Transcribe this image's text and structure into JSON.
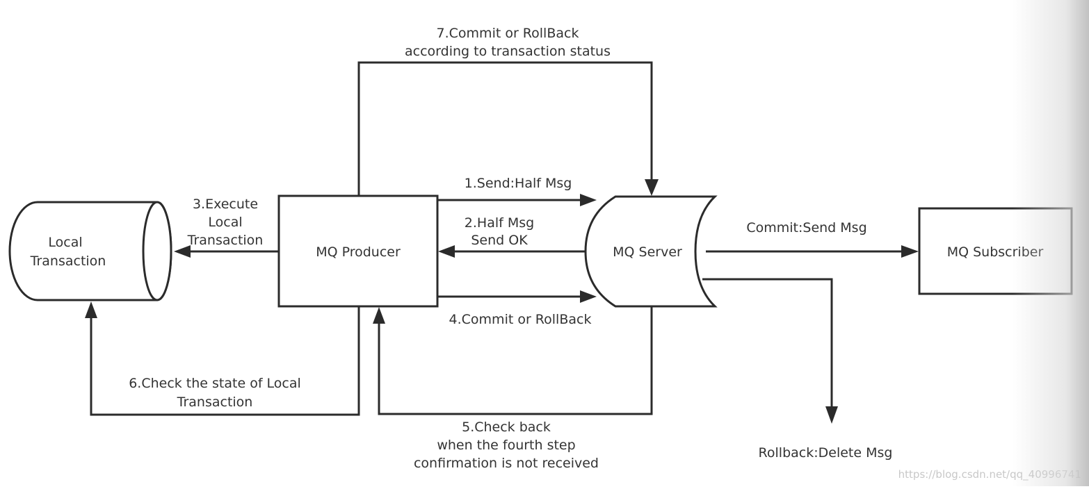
{
  "diagram": {
    "title": "RocketMQ transactional message flow",
    "nodes": {
      "local_transaction": {
        "line1": "Local",
        "line2": "Transaction"
      },
      "producer": {
        "label": "MQ Producer"
      },
      "server": {
        "label": "MQ Server"
      },
      "subscriber": {
        "label": "MQ Subscriber"
      }
    },
    "edges": {
      "step1": {
        "label": "1.Send:Half Msg"
      },
      "step2": {
        "line1": "2.Half Msg",
        "line2": "Send OK"
      },
      "step3": {
        "line1": "3.Execute",
        "line2": "Local",
        "line3": "Transaction"
      },
      "step4": {
        "label": "4.Commit or RollBack"
      },
      "step5": {
        "line1": "5.Check back",
        "line2": "when the fourth step",
        "line3": "confirmation is not received"
      },
      "step6": {
        "line1": "6.Check the state of Local",
        "line2": "Transaction"
      },
      "step7": {
        "line1": "7.Commit or RollBack",
        "line2": "according to transaction status"
      },
      "commit": {
        "label": "Commit:Send Msg"
      },
      "rollback": {
        "label": "Rollback:Delete Msg"
      }
    },
    "watermark": "https://blog.csdn.net/qq_40996741",
    "colors": {
      "stroke": "#2b2b2b",
      "text": "#333333",
      "background": "#ffffff"
    }
  }
}
